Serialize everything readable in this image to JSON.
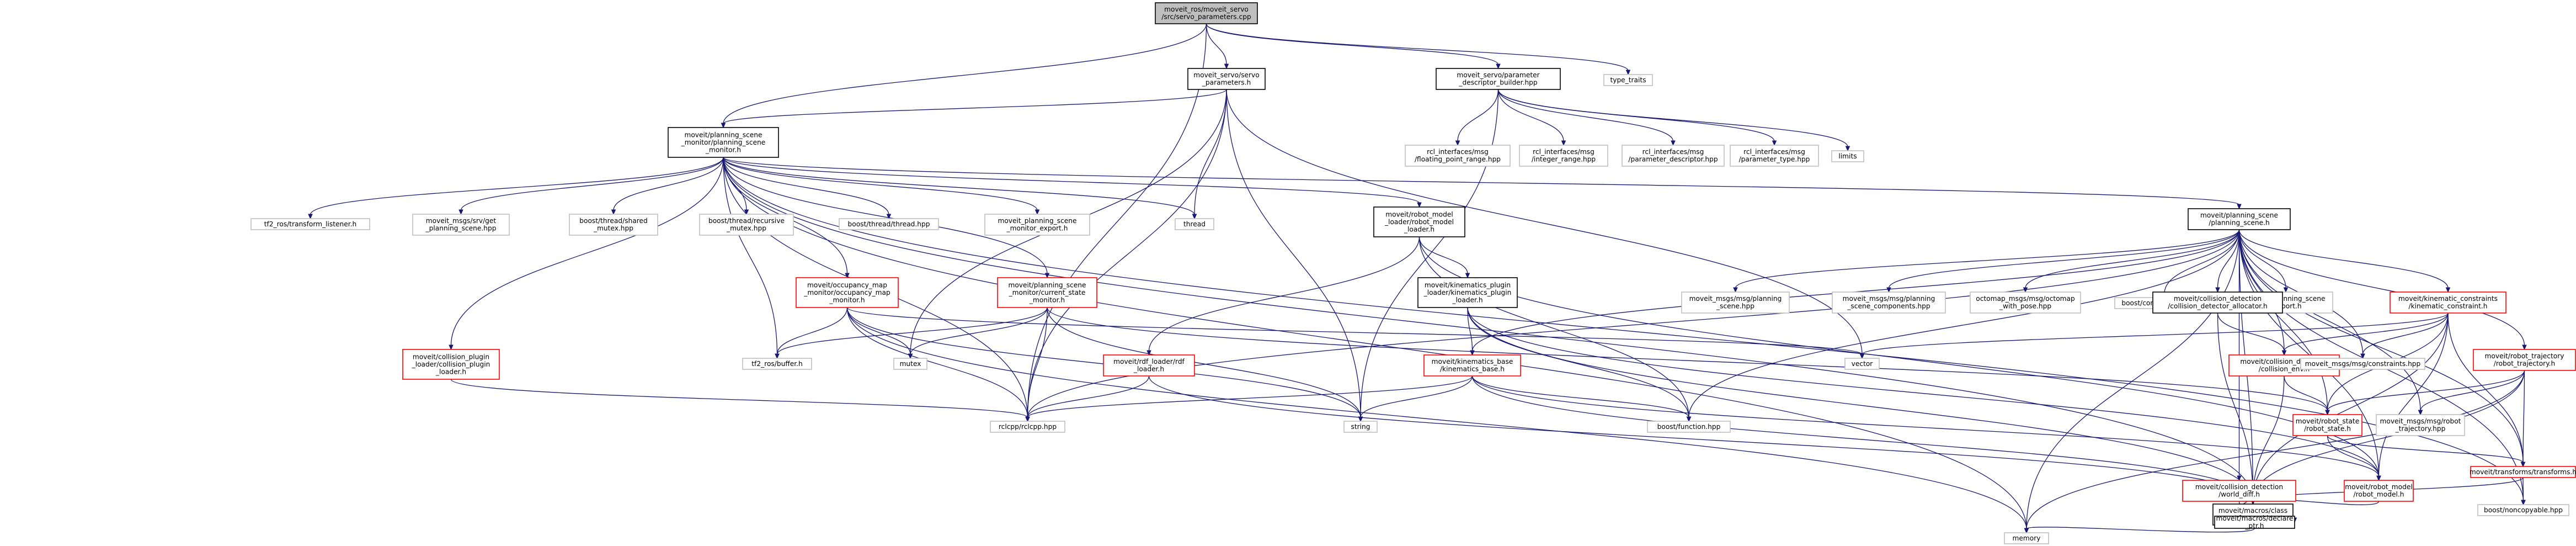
{
  "colors": {
    "root_fill": "#bfbfbf",
    "documented_border": "#000000",
    "incomplete_border": "#ff0000",
    "external_border": "#bfbfbf",
    "edge": "#191970"
  },
  "nodes": [
    {
      "id": "root",
      "lines": [
        "moveit_ros/moveit_servo",
        "/src/servo_parameters.cpp"
      ],
      "style": "root"
    },
    {
      "id": "servo_params",
      "lines": [
        "moveit_servo/servo",
        "_parameters.h"
      ],
      "style": "black"
    },
    {
      "id": "param_builder",
      "lines": [
        "moveit_servo/parameter",
        "_descriptor_builder.hpp"
      ],
      "style": "black"
    },
    {
      "id": "type_traits",
      "lines": [
        "type_traits"
      ],
      "style": "grey"
    },
    {
      "id": "psm",
      "lines": [
        "moveit/planning_scene",
        "_monitor/planning_scene",
        "_monitor.h"
      ],
      "style": "black"
    },
    {
      "id": "fprange",
      "lines": [
        "rcl_interfaces/msg",
        "/floating_point_range.hpp"
      ],
      "style": "grey"
    },
    {
      "id": "intrange",
      "lines": [
        "rcl_interfaces/msg",
        "/integer_range.hpp"
      ],
      "style": "grey"
    },
    {
      "id": "pdesc",
      "lines": [
        "rcl_interfaces/msg",
        "/parameter_descriptor.hpp"
      ],
      "style": "grey"
    },
    {
      "id": "ptype",
      "lines": [
        "rcl_interfaces/msg",
        "/parameter_type.hpp"
      ],
      "style": "grey"
    },
    {
      "id": "limits",
      "lines": [
        "limits"
      ],
      "style": "grey"
    },
    {
      "id": "tf2l",
      "lines": [
        "tf2_ros/transform_listener.h"
      ],
      "style": "grey"
    },
    {
      "id": "getps",
      "lines": [
        "moveit_msgs/srv/get",
        "_planning_scene.hpp"
      ],
      "style": "grey"
    },
    {
      "id": "shmutex",
      "lines": [
        "boost/thread/shared",
        "_mutex.hpp"
      ],
      "style": "grey"
    },
    {
      "id": "recmutex",
      "lines": [
        "boost/thread/recursive",
        "_mutex.hpp"
      ],
      "style": "grey"
    },
    {
      "id": "bthread",
      "lines": [
        "boost/thread/thread.hpp"
      ],
      "style": "grey"
    },
    {
      "id": "psmexport",
      "lines": [
        "moveit_planning_scene",
        "_monitor_export.h"
      ],
      "style": "grey"
    },
    {
      "id": "thread",
      "lines": [
        "thread"
      ],
      "style": "grey"
    },
    {
      "id": "rml",
      "lines": [
        "moveit/robot_model",
        "_loader/robot_model",
        "_loader.h"
      ],
      "style": "black"
    },
    {
      "id": "ps",
      "lines": [
        "moveit/planning_scene",
        "/planning_scene.h"
      ],
      "style": "black"
    },
    {
      "id": "occmap",
      "lines": [
        "moveit/occupancy_map",
        "_monitor/occupancy_map",
        "_monitor.h"
      ],
      "style": "red"
    },
    {
      "id": "csm",
      "lines": [
        "moveit/planning_scene",
        "_monitor/current_state",
        "_monitor.h"
      ],
      "style": "red"
    },
    {
      "id": "kpl",
      "lines": [
        "moveit/kinematics_plugin",
        "_loader/kinematics_plugin",
        "_loader.h"
      ],
      "style": "black"
    },
    {
      "id": "mpsmsg",
      "lines": [
        "moveit_msgs/msg/planning",
        "_scene.hpp"
      ],
      "style": "grey"
    },
    {
      "id": "mpscmsg",
      "lines": [
        "moveit_msgs/msg/planning",
        "_scene_components.hpp"
      ],
      "style": "grey"
    },
    {
      "id": "octomap",
      "lines": [
        "octomap_msgs/msg/octomap",
        "_with_pose.hpp"
      ],
      "style": "grey"
    },
    {
      "id": "concept",
      "lines": [
        "boost/concept_check.hpp"
      ],
      "style": "grey"
    },
    {
      "id": "psexport",
      "lines": [
        "moveit_planning_scene",
        "_export.h"
      ],
      "style": "grey"
    },
    {
      "id": "cdalloc",
      "lines": [
        "moveit/collision_detection",
        "/collision_detector_allocator.h"
      ],
      "style": "black"
    },
    {
      "id": "kc",
      "lines": [
        "moveit/kinematic_constraints",
        "/kinematic_constraint.h"
      ],
      "style": "red"
    },
    {
      "id": "cpl",
      "lines": [
        "moveit/collision_plugin",
        "_loader/collision_plugin",
        "_loader.h"
      ],
      "style": "red"
    },
    {
      "id": "tf2buf",
      "lines": [
        "tf2_ros/buffer.h"
      ],
      "style": "grey"
    },
    {
      "id": "mutex",
      "lines": [
        "mutex"
      ],
      "style": "grey"
    },
    {
      "id": "rdf",
      "lines": [
        "moveit/rdf_loader/rdf",
        "_loader.h"
      ],
      "style": "red"
    },
    {
      "id": "kb",
      "lines": [
        "moveit/kinematics_base",
        "/kinematics_base.h"
      ],
      "style": "red"
    },
    {
      "id": "vector",
      "lines": [
        "vector"
      ],
      "style": "grey"
    },
    {
      "id": "cenv",
      "lines": [
        "moveit/collision_detection",
        "/collision_env.h"
      ],
      "style": "red"
    },
    {
      "id": "constraints",
      "lines": [
        "moveit_msgs/msg/constraints.hpp"
      ],
      "style": "grey"
    },
    {
      "id": "rt",
      "lines": [
        "moveit/robot_trajectory",
        "/robot_trajectory.h"
      ],
      "style": "red"
    },
    {
      "id": "rclcpp",
      "lines": [
        "rclcpp/rclcpp.hpp"
      ],
      "style": "grey"
    },
    {
      "id": "string",
      "lines": [
        "string"
      ],
      "style": "grey"
    },
    {
      "id": "bfunc",
      "lines": [
        "boost/function.hpp"
      ],
      "style": "grey"
    },
    {
      "id": "rs",
      "lines": [
        "moveit/robot_state",
        "/robot_state.h"
      ],
      "style": "red"
    },
    {
      "id": "mrt",
      "lines": [
        "moveit_msgs/msg/robot",
        "_trajectory.hpp"
      ],
      "style": "grey"
    },
    {
      "id": "cworld",
      "lines": [
        "moveit/collision_detection",
        "/world_diff.h"
      ],
      "style": "red"
    },
    {
      "id": "rm",
      "lines": [
        "moveit/robot_model",
        "/robot_model.h"
      ],
      "style": "red"
    },
    {
      "id": "tfs",
      "lines": [
        "moveit/transforms/transforms.h"
      ],
      "style": "red"
    },
    {
      "id": "cf",
      "lines": [
        "moveit/macros/class",
        "_forward.h"
      ],
      "style": "black"
    },
    {
      "id": "noncopy",
      "lines": [
        "boost/noncopyable.hpp"
      ],
      "style": "grey"
    },
    {
      "id": "declptr",
      "lines": [
        "moveit/macros/declare",
        "_ptr.h"
      ],
      "style": "black"
    },
    {
      "id": "memory",
      "lines": [
        "memory"
      ],
      "style": "grey"
    }
  ],
  "edges": [
    [
      "root",
      "servo_params"
    ],
    [
      "root",
      "param_builder"
    ],
    [
      "root",
      "type_traits"
    ],
    [
      "root",
      "psm"
    ],
    [
      "root",
      "rclcpp"
    ],
    [
      "servo_params",
      "psm"
    ],
    [
      "servo_params",
      "thread"
    ],
    [
      "servo_params",
      "mutex"
    ],
    [
      "servo_params",
      "rclcpp"
    ],
    [
      "servo_params",
      "string"
    ],
    [
      "servo_params",
      "vector"
    ],
    [
      "param_builder",
      "fprange"
    ],
    [
      "param_builder",
      "intrange"
    ],
    [
      "param_builder",
      "pdesc"
    ],
    [
      "param_builder",
      "ptype"
    ],
    [
      "param_builder",
      "limits"
    ],
    [
      "param_builder",
      "string"
    ],
    [
      "psm",
      "tf2l"
    ],
    [
      "psm",
      "getps"
    ],
    [
      "psm",
      "shmutex"
    ],
    [
      "psm",
      "recmutex"
    ],
    [
      "psm",
      "bthread"
    ],
    [
      "psm",
      "psmexport"
    ],
    [
      "psm",
      "thread"
    ],
    [
      "psm",
      "rml"
    ],
    [
      "psm",
      "ps"
    ],
    [
      "psm",
      "occmap"
    ],
    [
      "psm",
      "csm"
    ],
    [
      "psm",
      "cpl"
    ],
    [
      "psm",
      "tf2buf"
    ],
    [
      "psm",
      "rclcpp"
    ],
    [
      "psm",
      "memory"
    ],
    [
      "psm",
      "cf"
    ],
    [
      "psm",
      "noncopy"
    ],
    [
      "rml",
      "kpl"
    ],
    [
      "rml",
      "rdf"
    ],
    [
      "rml",
      "bfunc"
    ],
    [
      "rml",
      "rm"
    ],
    [
      "ps",
      "mpsmsg"
    ],
    [
      "ps",
      "mpscmsg"
    ],
    [
      "ps",
      "octomap"
    ],
    [
      "ps",
      "concept"
    ],
    [
      "ps",
      "psexport"
    ],
    [
      "ps",
      "cdalloc"
    ],
    [
      "ps",
      "kc"
    ],
    [
      "ps",
      "cenv"
    ],
    [
      "ps",
      "constraints"
    ],
    [
      "ps",
      "rt"
    ],
    [
      "ps",
      "rs"
    ],
    [
      "ps",
      "rm"
    ],
    [
      "ps",
      "tfs"
    ],
    [
      "ps",
      "cworld"
    ],
    [
      "ps",
      "cf"
    ],
    [
      "ps",
      "noncopy"
    ],
    [
      "ps",
      "mrt"
    ],
    [
      "ps",
      "memory"
    ],
    [
      "ps",
      "rclcpp"
    ],
    [
      "ps",
      "bfunc"
    ],
    [
      "ps",
      "kb"
    ],
    [
      "occmap",
      "tf2buf"
    ],
    [
      "occmap",
      "mutex"
    ],
    [
      "occmap",
      "rclcpp"
    ],
    [
      "occmap",
      "memory"
    ],
    [
      "occmap",
      "string"
    ],
    [
      "occmap",
      "vector"
    ],
    [
      "csm",
      "tf2buf"
    ],
    [
      "csm",
      "mutex"
    ],
    [
      "csm",
      "rclcpp"
    ],
    [
      "csm",
      "string"
    ],
    [
      "csm",
      "rs"
    ],
    [
      "kpl",
      "kb"
    ],
    [
      "kpl",
      "bfunc"
    ],
    [
      "kpl",
      "cf"
    ],
    [
      "kpl",
      "rm"
    ],
    [
      "cdalloc",
      "cenv"
    ],
    [
      "cdalloc",
      "cf"
    ],
    [
      "kc",
      "vector"
    ],
    [
      "kc",
      "cenv"
    ],
    [
      "kc",
      "constraints"
    ],
    [
      "kc",
      "rs"
    ],
    [
      "kc",
      "rm"
    ],
    [
      "kc",
      "tfs"
    ],
    [
      "kc",
      "cf"
    ],
    [
      "cpl",
      "rclcpp"
    ],
    [
      "rdf",
      "rclcpp"
    ],
    [
      "rdf",
      "cf"
    ],
    [
      "kb",
      "rclcpp"
    ],
    [
      "kb",
      "string"
    ],
    [
      "kb",
      "bfunc"
    ],
    [
      "kb",
      "cf"
    ],
    [
      "kb",
      "rm"
    ],
    [
      "cenv",
      "rs"
    ],
    [
      "cenv",
      "cf"
    ],
    [
      "rt",
      "rs"
    ],
    [
      "rt",
      "mrt"
    ],
    [
      "rt",
      "cf"
    ],
    [
      "rt",
      "memory"
    ],
    [
      "rt",
      "tfs"
    ],
    [
      "rs",
      "rm"
    ],
    [
      "rs",
      "tfs"
    ],
    [
      "cworld",
      "cf"
    ],
    [
      "rm",
      "cf"
    ],
    [
      "tfs",
      "cf"
    ],
    [
      "tfs",
      "noncopy"
    ],
    [
      "cf",
      "declptr"
    ],
    [
      "declptr",
      "memory"
    ]
  ]
}
